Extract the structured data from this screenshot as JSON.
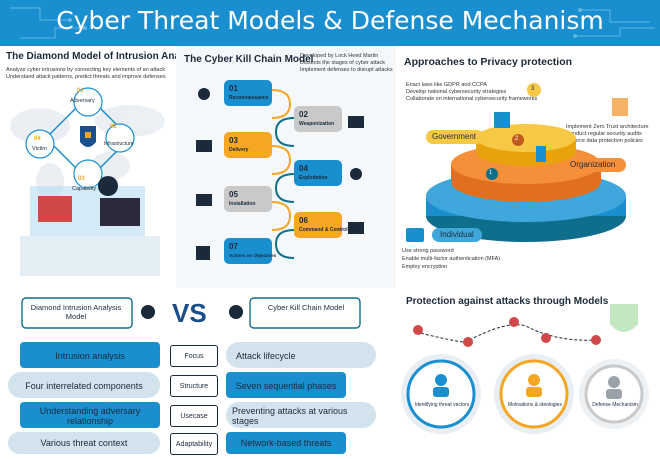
{
  "title": "Cyber Threat Models & Defense Mechanism",
  "diamond": {
    "title": "The Diamond Model of Intrusion Analysis",
    "lines": [
      "Analyze cyber intrusions by connecting key elements of an attack",
      "Understand attack patterns, predict threats and improve defenses"
    ],
    "nodes": [
      {
        "num": "01",
        "label": "Adversary"
      },
      {
        "num": "02",
        "label": "Infrastructure"
      },
      {
        "num": "03",
        "label": "Capability"
      },
      {
        "num": "04",
        "label": "Victim"
      }
    ]
  },
  "killchain": {
    "title": "The Cyber Kill Chain Model",
    "note": [
      "Developed by Lock Heed Martin",
      "Dissects the stages of cyber attack",
      "Implement defenses to disrupt attacks"
    ],
    "steps": [
      {
        "num": "01",
        "label": "Reconnaissance"
      },
      {
        "num": "02",
        "label": "Weaponization"
      },
      {
        "num": "03",
        "label": "Delivery"
      },
      {
        "num": "04",
        "label": "Exploitation"
      },
      {
        "num": "05",
        "label": "Installation"
      },
      {
        "num": "06",
        "label": "Command & Control"
      },
      {
        "num": "07",
        "label": "Actions on Objectives"
      }
    ]
  },
  "privacy": {
    "title": "Approaches to Privacy protection",
    "gov_lines": [
      "Enact laws like GDPR and CCPA",
      "Develop national cybersecurity strategies",
      "Collaborate on international cybersecurity frameworks"
    ],
    "org_lines": [
      "Implement Zero Trust architecture",
      "Conduct regular security audits",
      "Enforce data protection policies"
    ],
    "ind_lines": [
      "Use strong password",
      "Enable multi-factor authentication (MFA)",
      "Employ encryption"
    ],
    "labels": {
      "government": "Government",
      "organization": "Organization",
      "individual": "Individual"
    },
    "markers": [
      "1",
      "2",
      "3"
    ]
  },
  "compare": {
    "left_title": "Diamond Intrusion Analysis Model",
    "vs": "VS",
    "right_title": "Cyber Kill Chain Model",
    "left": [
      "Intrusion analysis",
      "Four interrelated components",
      "Understanding adversary relationship",
      "Various threat context"
    ],
    "mid": [
      "Focus",
      "Structure",
      "Usecase",
      "Adaptability"
    ],
    "right": [
      "Attack lifecycle",
      "Seven sequential phases",
      "Preventing attacks at various stages",
      "Network-based threats"
    ]
  },
  "protection": {
    "title": "Protection against attacks through Models",
    "items": [
      "Identifying threat vectors",
      "Motivations & ideologies",
      "Defense Mechanism"
    ]
  },
  "colors": {
    "accent": "#1a8fd0",
    "teal": "#0e6e8c",
    "orange": "#f5a623",
    "light": "#cfe8f5"
  }
}
